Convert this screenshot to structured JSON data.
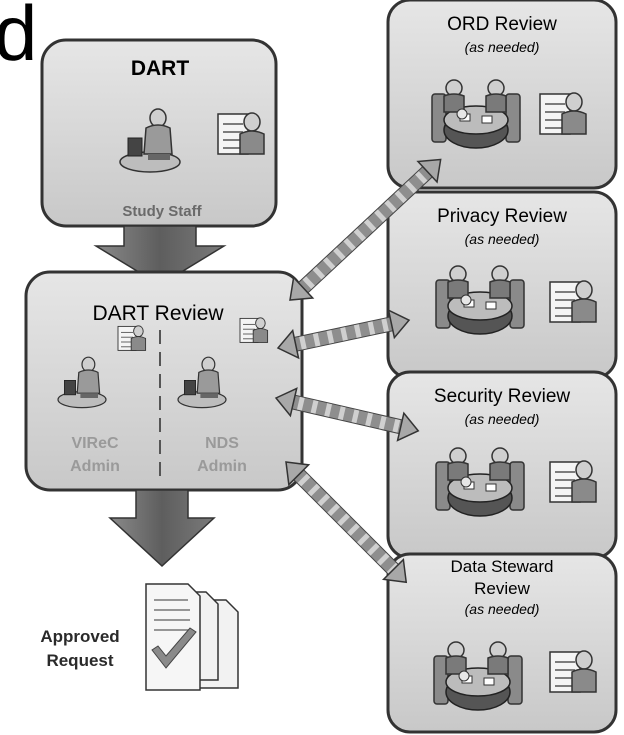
{
  "heading_fragment": "d",
  "dart": {
    "title": "DART",
    "caption": "Study Staff"
  },
  "dart_review": {
    "title": "DART Review",
    "left_label_1": "VIReC",
    "left_label_2": "Admin",
    "right_label_1": "NDS",
    "right_label_2": "Admin"
  },
  "reviews": [
    {
      "title": "ORD Review",
      "note": "(as needed)"
    },
    {
      "title": "Privacy Review",
      "note": "(as needed)"
    },
    {
      "title": "Security Review",
      "note": "(as needed)"
    },
    {
      "title_1": "Data Steward",
      "title_2": "Review",
      "note": "(as needed)"
    }
  ],
  "approved": {
    "line_1": "Approved",
    "line_2": "Request"
  },
  "colors": {
    "box_fill": "#d8d8d8",
    "box_stroke": "#3a3a3a",
    "arrow_fill": "#6e6e6e",
    "dashed_arrow_fill": "#a8a8a8",
    "label_gray": "#9a9a9a"
  }
}
